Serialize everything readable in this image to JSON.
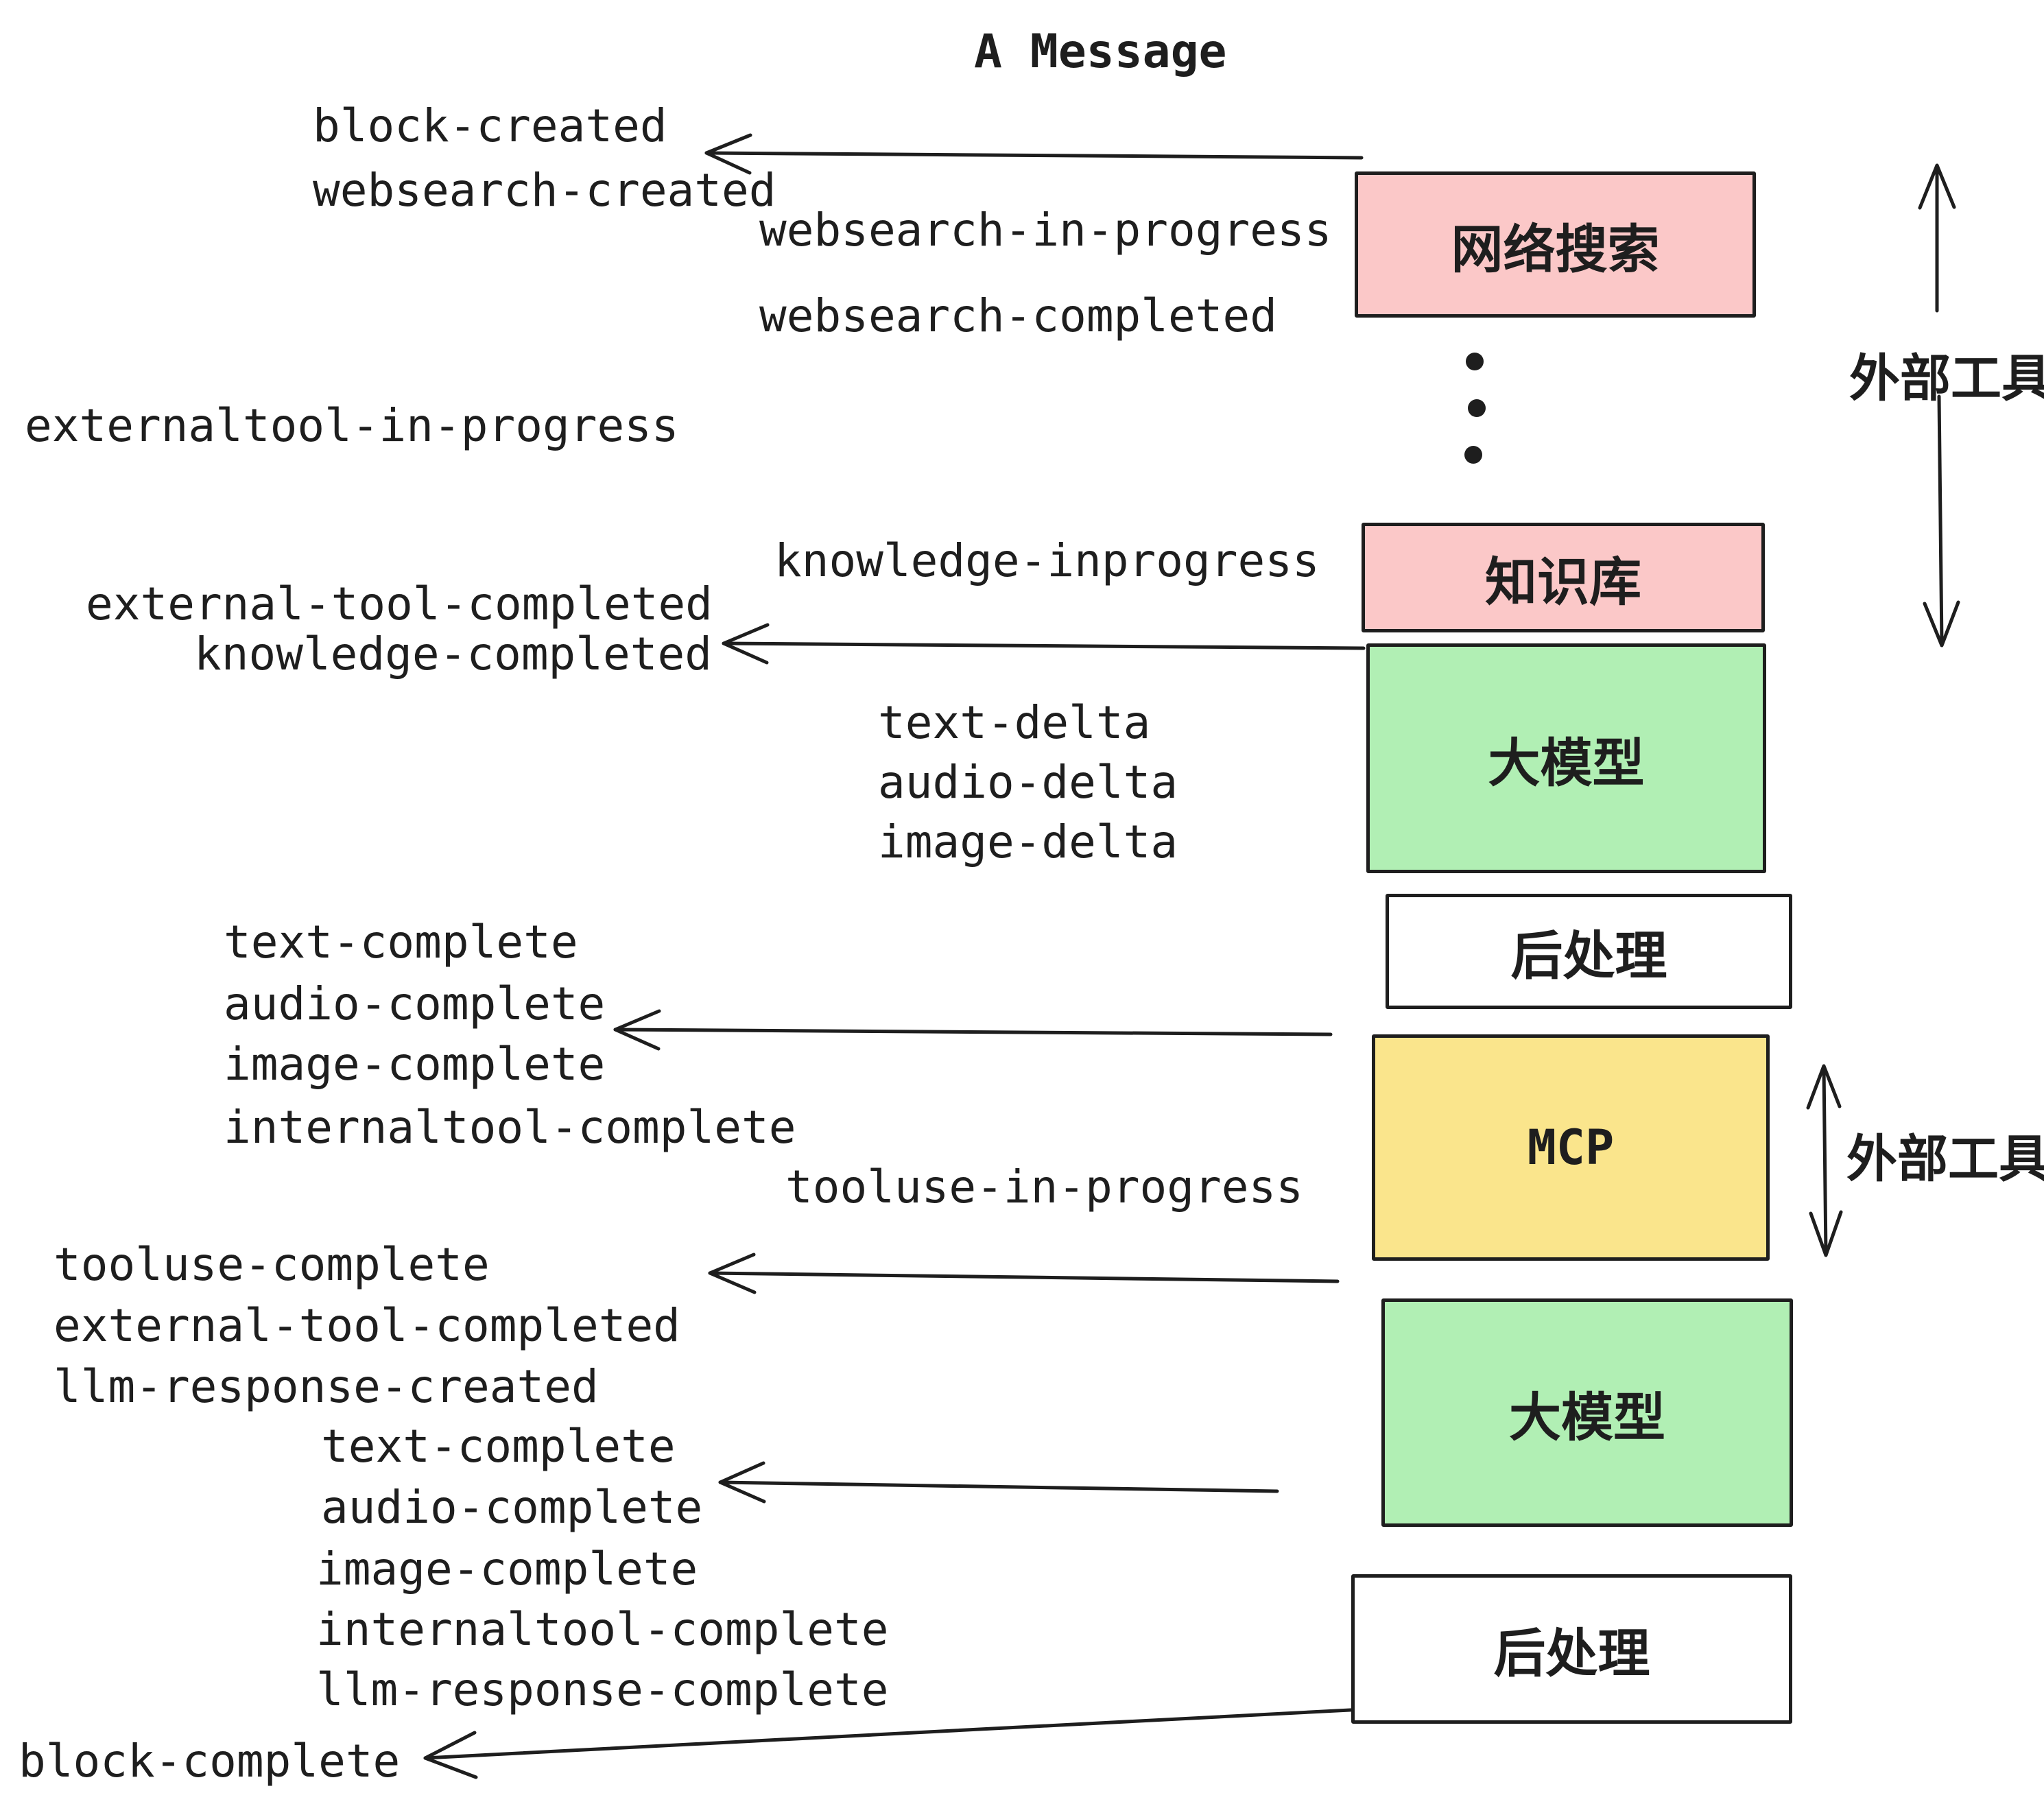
{
  "title": "A Message",
  "colors": {
    "pink": "#fbc8c8",
    "green": "#b1efb4",
    "yellow": "#fae58c",
    "white": "#ffffff",
    "stroke": "#1e1e1e"
  },
  "boxes": [
    {
      "id": "websearch",
      "label": "网络搜索"
    },
    {
      "id": "knowledge",
      "label": "知识库"
    },
    {
      "id": "llm-1",
      "label": "大模型"
    },
    {
      "id": "post-1",
      "label": "后处理"
    },
    {
      "id": "mcp",
      "label": "MCP"
    },
    {
      "id": "llm-2",
      "label": "大模型"
    },
    {
      "id": "post-2",
      "label": "后处理"
    }
  ],
  "side_labels": [
    "外部工具",
    "外部工具"
  ],
  "events": [
    {
      "id": "block-created",
      "text": "block-created"
    },
    {
      "id": "websearch-created",
      "text": "websearch-created"
    },
    {
      "id": "websearch-in-progress",
      "text": "websearch-in-progress"
    },
    {
      "id": "websearch-completed",
      "text": "websearch-completed"
    },
    {
      "id": "externaltool-in-progress",
      "text": "externaltool-in-progress"
    },
    {
      "id": "knowledge-inprogress",
      "text": "knowledge-inprogress"
    },
    {
      "id": "external-tool-completed",
      "text": "external-tool-completed"
    },
    {
      "id": "knowledge-completed",
      "text": "knowledge-completed"
    },
    {
      "id": "text-delta-1",
      "text": "text-delta"
    },
    {
      "id": "audio-delta-1",
      "text": "audio-delta"
    },
    {
      "id": "image-delta-1",
      "text": "image-delta"
    },
    {
      "id": "text-complete-1",
      "text": "text-complete"
    },
    {
      "id": "audio-complete-1",
      "text": "audio-complete"
    },
    {
      "id": "image-complete-1",
      "text": "image-complete"
    },
    {
      "id": "internaltool-complete-1",
      "text": "internaltool-complete"
    },
    {
      "id": "tooluse-in-progress",
      "text": "tooluse-in-progress"
    },
    {
      "id": "tooluse-complete",
      "text": "tooluse-complete"
    },
    {
      "id": "external-tool-completed-2",
      "text": "external-tool-completed"
    },
    {
      "id": "llm-response-created",
      "text": "llm-response-created"
    },
    {
      "id": "text-complete-2",
      "text": "text-complete"
    },
    {
      "id": "audio-complete-2",
      "text": "audio-complete"
    },
    {
      "id": "image-complete-2",
      "text": "image-complete"
    },
    {
      "id": "internaltool-complete-2",
      "text": "internaltool-complete"
    },
    {
      "id": "llm-response-complete",
      "text": "llm-response-complete"
    },
    {
      "id": "block-complete",
      "text": "block-complete"
    }
  ]
}
